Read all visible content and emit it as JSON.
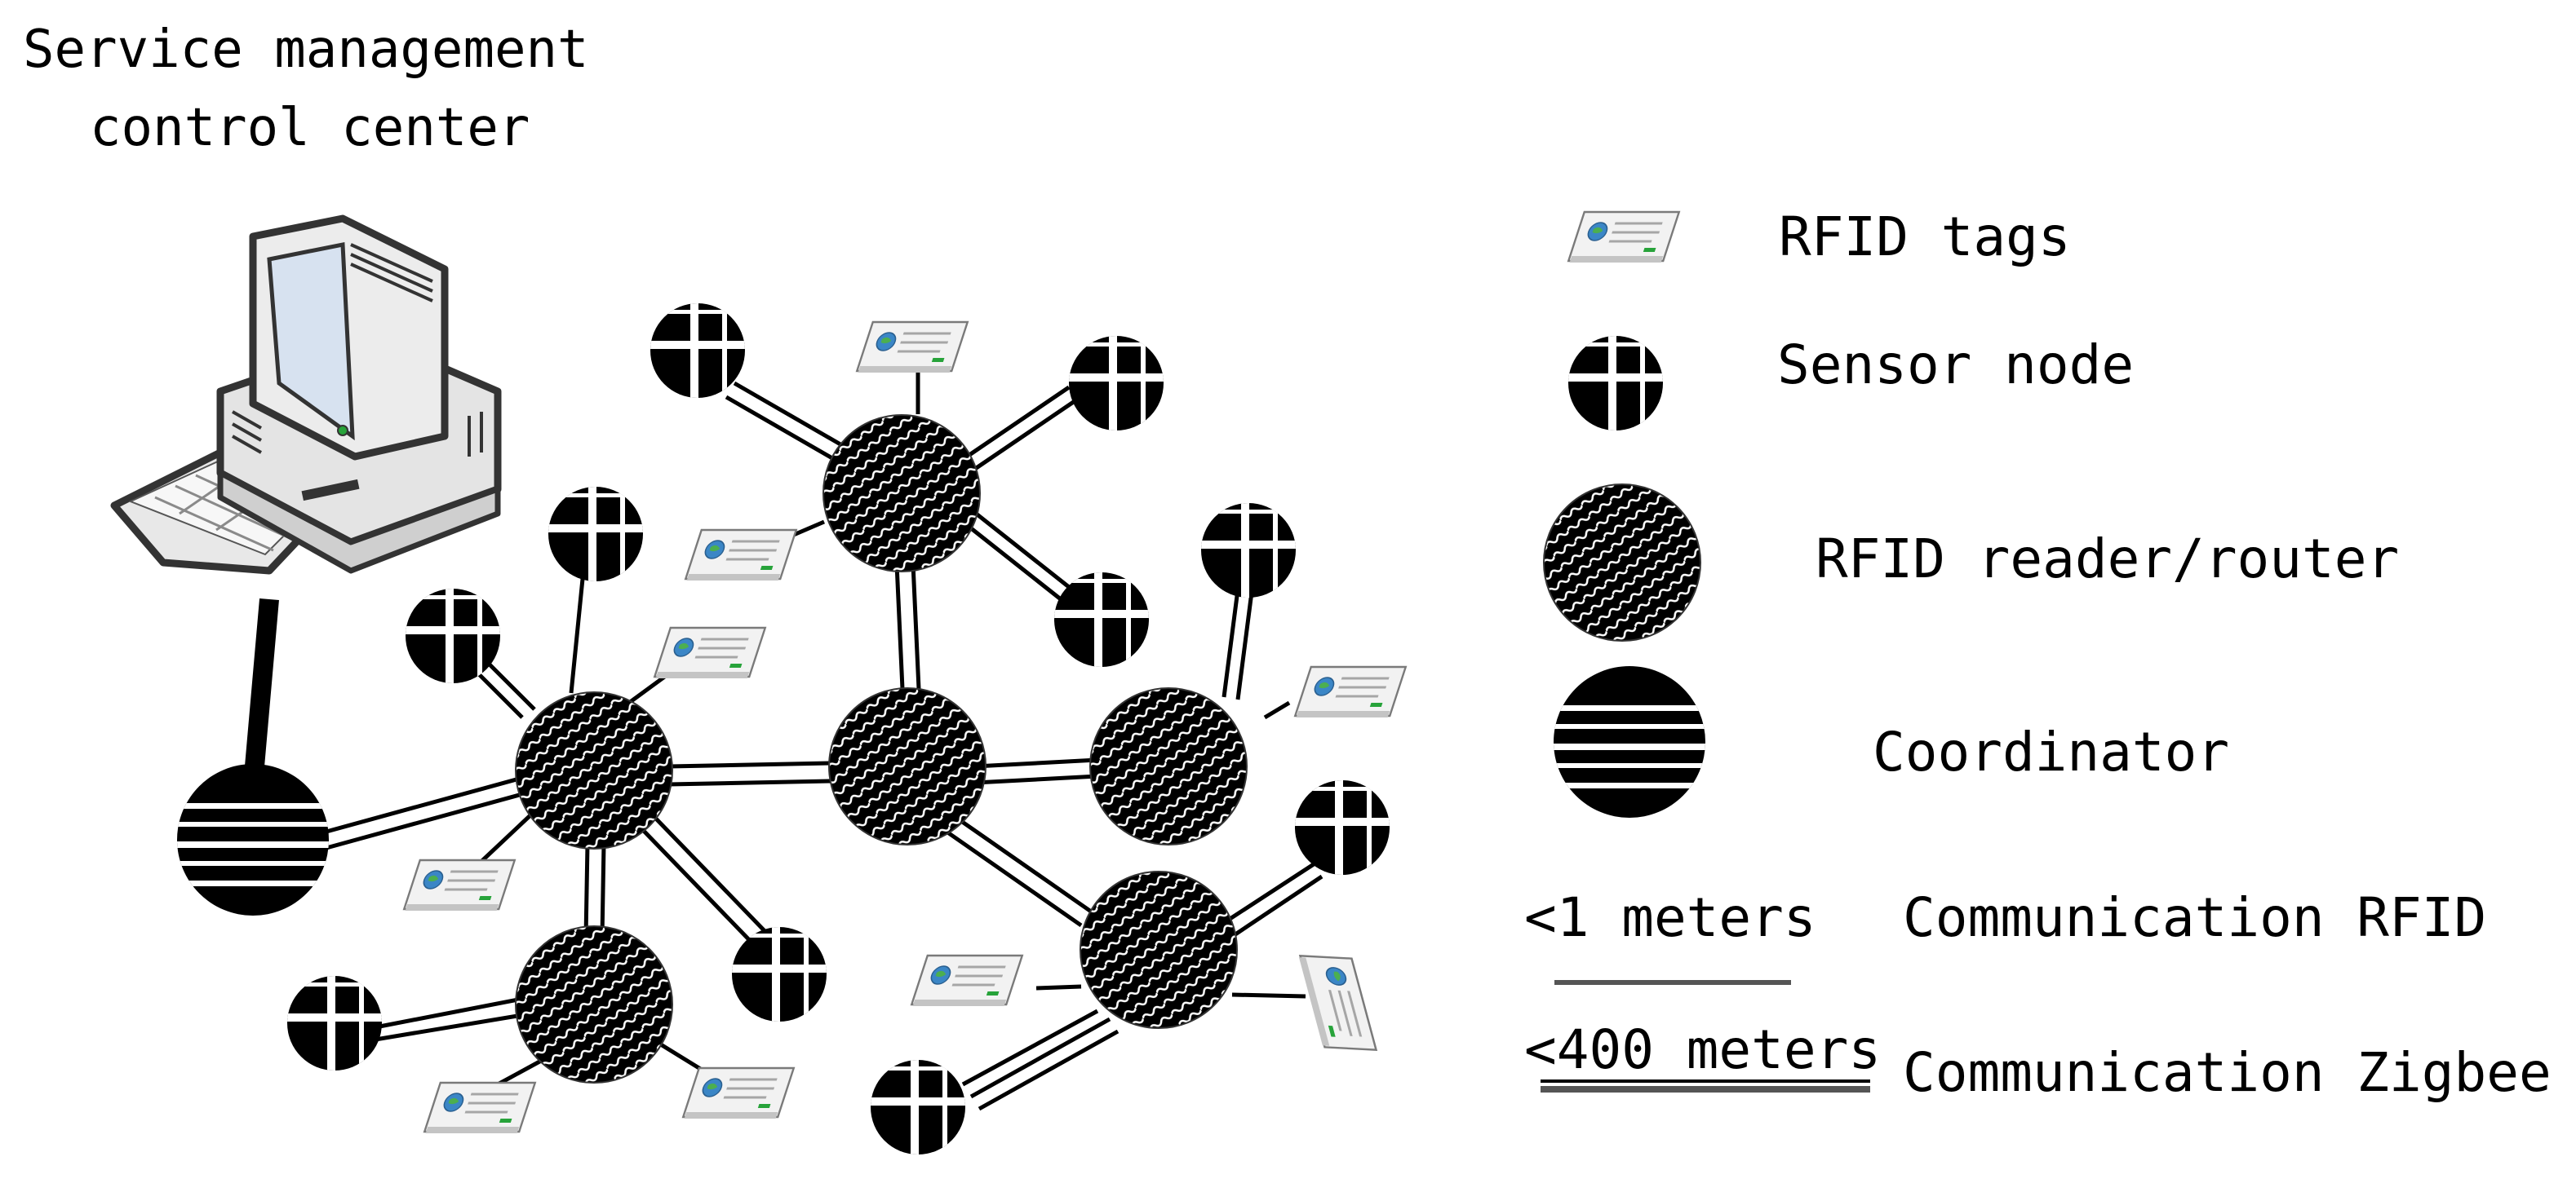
{
  "diagram": {
    "title_lines": [
      "Service management",
      "control center"
    ],
    "legend": {
      "tag_label": "RFID tags",
      "sensor_label": "Sensor node",
      "reader_label": "RFID reader/router",
      "coordinator_label": "Coordinator",
      "rfid_range": "<1 meters",
      "rfid_comm": "Communication RFID",
      "zigbee_range": "<400 meters",
      "zigbee_comm": "Communication Zigbee"
    },
    "icons": {
      "computer": "computer-icon",
      "keyboard": "keyboard-icon",
      "tag": "rfid-tag-icon",
      "sensor": "sensor-node-icon",
      "reader": "rfid-reader-icon",
      "coordinator": "coordinator-icon"
    },
    "colors": {
      "node_fill": "#000000",
      "pattern_line": "#ffffff",
      "tag_body": "#f2f2f2",
      "tag_globe": "#3b86c6",
      "tag_accent": "#27a33a",
      "monitor_screen": "#d7e2f0"
    }
  }
}
